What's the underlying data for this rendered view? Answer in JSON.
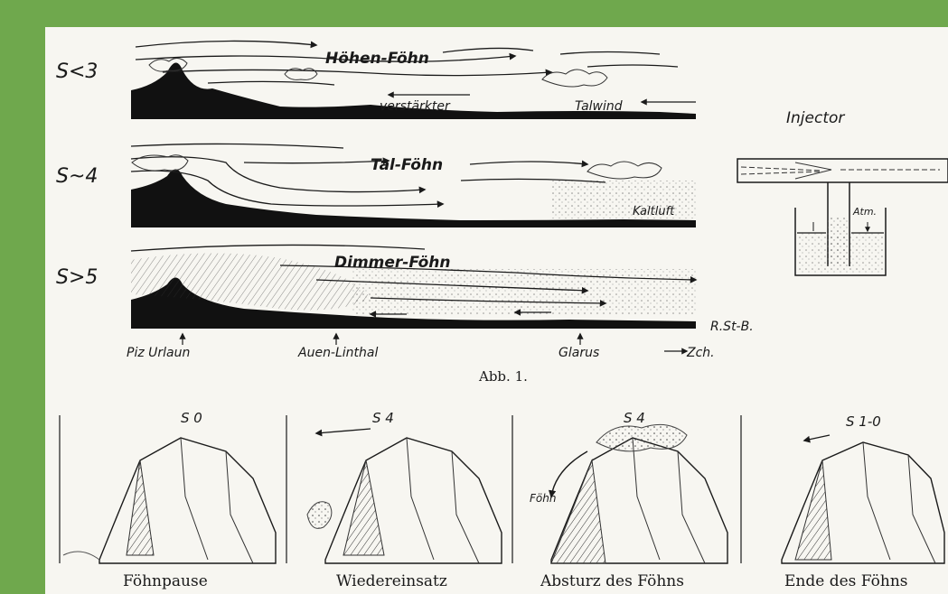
{
  "panels": [
    {
      "stability": "S<3",
      "name": "Höhen-Föhn",
      "labels": [
        "verstärkter",
        "Talwind"
      ]
    },
    {
      "stability": "S~4",
      "name": "Tal-Föhn",
      "labels": [
        "Kaltluft"
      ]
    },
    {
      "stability": "S>5",
      "name": "Dimmer-Föhn",
      "labels": []
    }
  ],
  "locations": [
    "Piz Urlaun",
    "Auen-Linthal",
    "Glarus",
    "Zch."
  ],
  "credit": "R.St-B.",
  "injector": {
    "title": "Injector",
    "atm_label": "Atm."
  },
  "figure_caption": "Abb. 1.",
  "sketches": [
    {
      "state": "S 0",
      "caption": "Föhnpause"
    },
    {
      "state": "S 4",
      "caption": "Wiedereinsatz"
    },
    {
      "state": "S 4",
      "caption": "Absturz des Föhns",
      "arrow_label": "Föhn"
    },
    {
      "state": "S 1-0",
      "caption": "Ende des Föhns"
    }
  ]
}
